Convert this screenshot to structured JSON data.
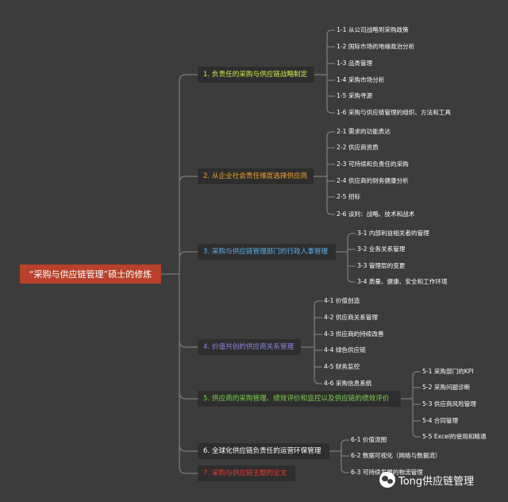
{
  "root": {
    "label": "“采购与供应链管理”硕士的修炼",
    "color": "#b8412c"
  },
  "categories": [
    {
      "label": "1. 负责任的采购与供应链战略制定",
      "color": "#d7ec4e",
      "items": [
        "1-1 从公司战略到采购政策",
        "1-2 国际市场的地缘政治分析",
        "1-3 品类管理",
        "1-4 采购市场分析",
        "1-5 采购寻源",
        "1-6 采购与供应链管理的组织、方法和工具"
      ]
    },
    {
      "label": "2. 从企业社会责任维度选择供应商",
      "color": "#f0a030",
      "items": [
        "2-1 需求的功能表达",
        "2-2 供应商资质",
        "2-3 可持续和负责任的采购",
        "2-4 供应商的财务健康分析",
        "2-5 招标",
        "2-6 谈判：战略、技术和战术"
      ]
    },
    {
      "label": "3. 采购与供应链管理部门的行政人事管理",
      "color": "#5aaee8",
      "items": [
        "3-1 内部利益相关者的管理",
        "3-2 业务关系管理",
        "3-3 管理层的变更",
        "3-4 质量、健康、安全和工作环境"
      ]
    },
    {
      "label": "4. 价值共创的供应商关系管理",
      "color": "#8c86e0",
      "items": [
        "4-1 价值创造",
        "4-2 供应商关系管理",
        "4-3 供应商的持续改善",
        "4-4 绿色供应链",
        "4-5 财务监控",
        "4-6 采购信息系统"
      ]
    },
    {
      "label": "5. 供应商的采购管理、绩效评价和监控以及供应链的绩效评价",
      "color": "#7ed050",
      "items": [
        "5-1 采购部门的KPI",
        "5-2 采购问题诊断",
        "5-3 供应商风险管理",
        "5-4 合同管理",
        "5-5 Excel的使用和精通"
      ]
    },
    {
      "label": "6. 全球化供应链负责任的运营环保管理",
      "color": "#ffffff",
      "items": [
        "6-1 价值流图",
        "6-2 数据可视化（网络与数据流）",
        "6-3 可持续发展的物流管理"
      ]
    },
    {
      "label": "7. 采购与供应链主题的论文",
      "color": "#ee3a2a",
      "items": []
    }
  ],
  "watermark": {
    "text": "Tong供应链管理",
    "icon": "wechat-icon"
  },
  "colors": {
    "background": "#3c3c3c",
    "line": "#8a8a8a"
  }
}
